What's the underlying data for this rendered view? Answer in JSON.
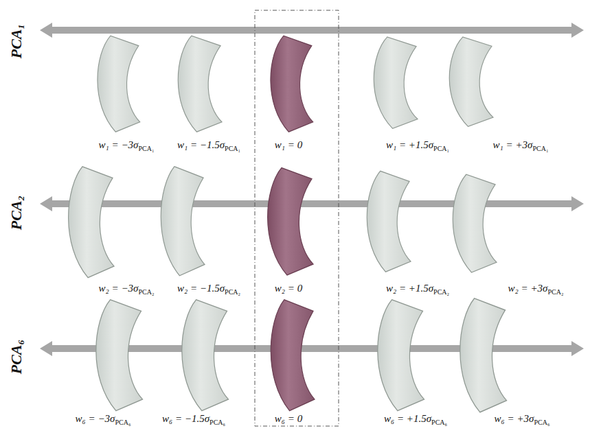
{
  "diagram": {
    "labels": [
      "PCA₁",
      "w₁ = −3σPCA₁",
      "w₁ = −1.5σPCA₁",
      "w₁ = 0",
      "w₁ = +1.5σPCA₁",
      "w₁ = +3σPCA₁",
      "PCA₂",
      "w₂ = −3σPCA₂",
      "w₂ = −1.5σPCA₂",
      "w₂ = 0",
      "w₂ = +1.5σPCA₂",
      "w₂ = +3σPCA₂",
      "PCA₆",
      "w₆ = −3σPCA₆",
      "w₆ = −1.5σPCA₆",
      "w₆ = 0",
      "w₆ = +1.5σPCA₆",
      "w₆ = +3σPCA₆"
    ]
  }
}
